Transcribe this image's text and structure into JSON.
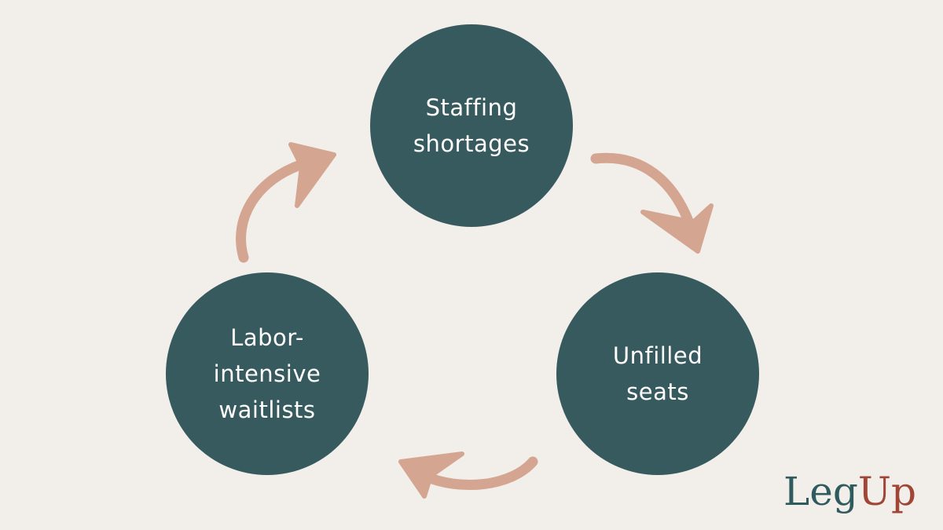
{
  "diagram": {
    "nodes": [
      {
        "id": "staffing",
        "label": "Staffing\nshortages"
      },
      {
        "id": "unfilled",
        "label": "Unfilled\nseats"
      },
      {
        "id": "labor",
        "label": "Labor-\nintensive\nwaitlists"
      }
    ],
    "edges": [
      {
        "from": "staffing",
        "to": "unfilled"
      },
      {
        "from": "unfilled",
        "to": "labor"
      },
      {
        "from": "labor",
        "to": "staffing"
      }
    ],
    "colors": {
      "background": "#f2efeb",
      "node_fill": "#375a5e",
      "node_text": "#ffffff",
      "arrow": "#d4a590"
    }
  },
  "logo": {
    "part1": "Leg",
    "part2": "Up",
    "color1": "#2f5a5e",
    "color2": "#a04637"
  }
}
